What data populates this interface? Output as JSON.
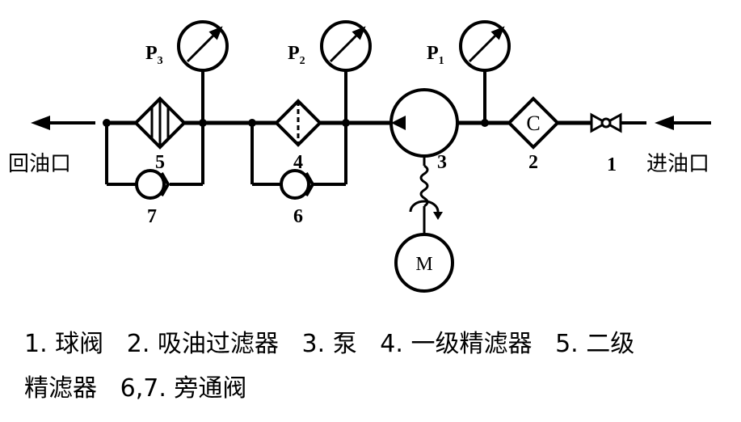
{
  "diagram": {
    "labels": {
      "p3": "P",
      "p3_sub": "3",
      "p2": "P",
      "p2_sub": "2",
      "p1": "P",
      "p1_sub": "1",
      "n5": "5",
      "n4": "4",
      "n3": "3",
      "n2": "2",
      "n1": "1",
      "n7": "7",
      "n6": "6",
      "c": "C",
      "m": "M",
      "return_port": "回油口",
      "inlet_port": "进油口"
    }
  },
  "caption": {
    "line1": "1. 球阀   2. 吸油过滤器   3. 泵   4. 一级精滤器   5. 二级",
    "line2": "精滤器   6,7. 旁通阀"
  }
}
